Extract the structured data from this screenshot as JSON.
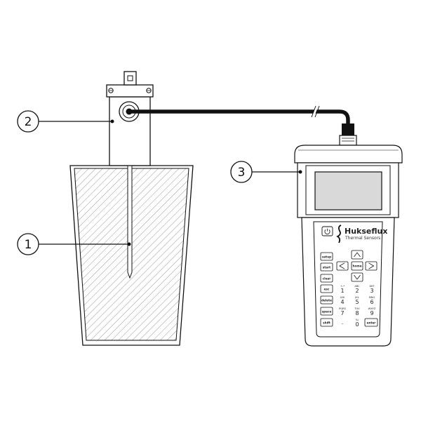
{
  "callouts": [
    {
      "number": "1"
    },
    {
      "number": "2"
    },
    {
      "number": "3"
    }
  ],
  "meter": {
    "brand": "Hukseflux",
    "subtitle": "Thermal Sensors",
    "keys": {
      "setup": "setup",
      "start": "start",
      "home": "home",
      "clear": "clear",
      "esc": "esc",
      "delete": "delete",
      "space": "space",
      "shift": "shift",
      "enter": "enter"
    },
    "digits": [
      {
        "digit": "1",
        "sub": "+-*"
      },
      {
        "digit": "2",
        "sub": "ABC"
      },
      {
        "digit": "3",
        "sub": "DEF"
      },
      {
        "digit": "4",
        "sub": "GHI"
      },
      {
        "digit": "5",
        "sub": "JKL"
      },
      {
        "digit": "6",
        "sub": "MNO"
      },
      {
        "digit": "7",
        "sub": "PQRS"
      },
      {
        "digit": "8",
        "sub": "TUV"
      },
      {
        "digit": "9",
        "sub": "WXYZ"
      },
      {
        "digit": "0",
        "sub": "%/"
      }
    ],
    "dot": "."
  },
  "colors": {
    "line": "#111111",
    "hatch": "#999999",
    "screen": "#d9d9d9",
    "cable": "#111111"
  }
}
